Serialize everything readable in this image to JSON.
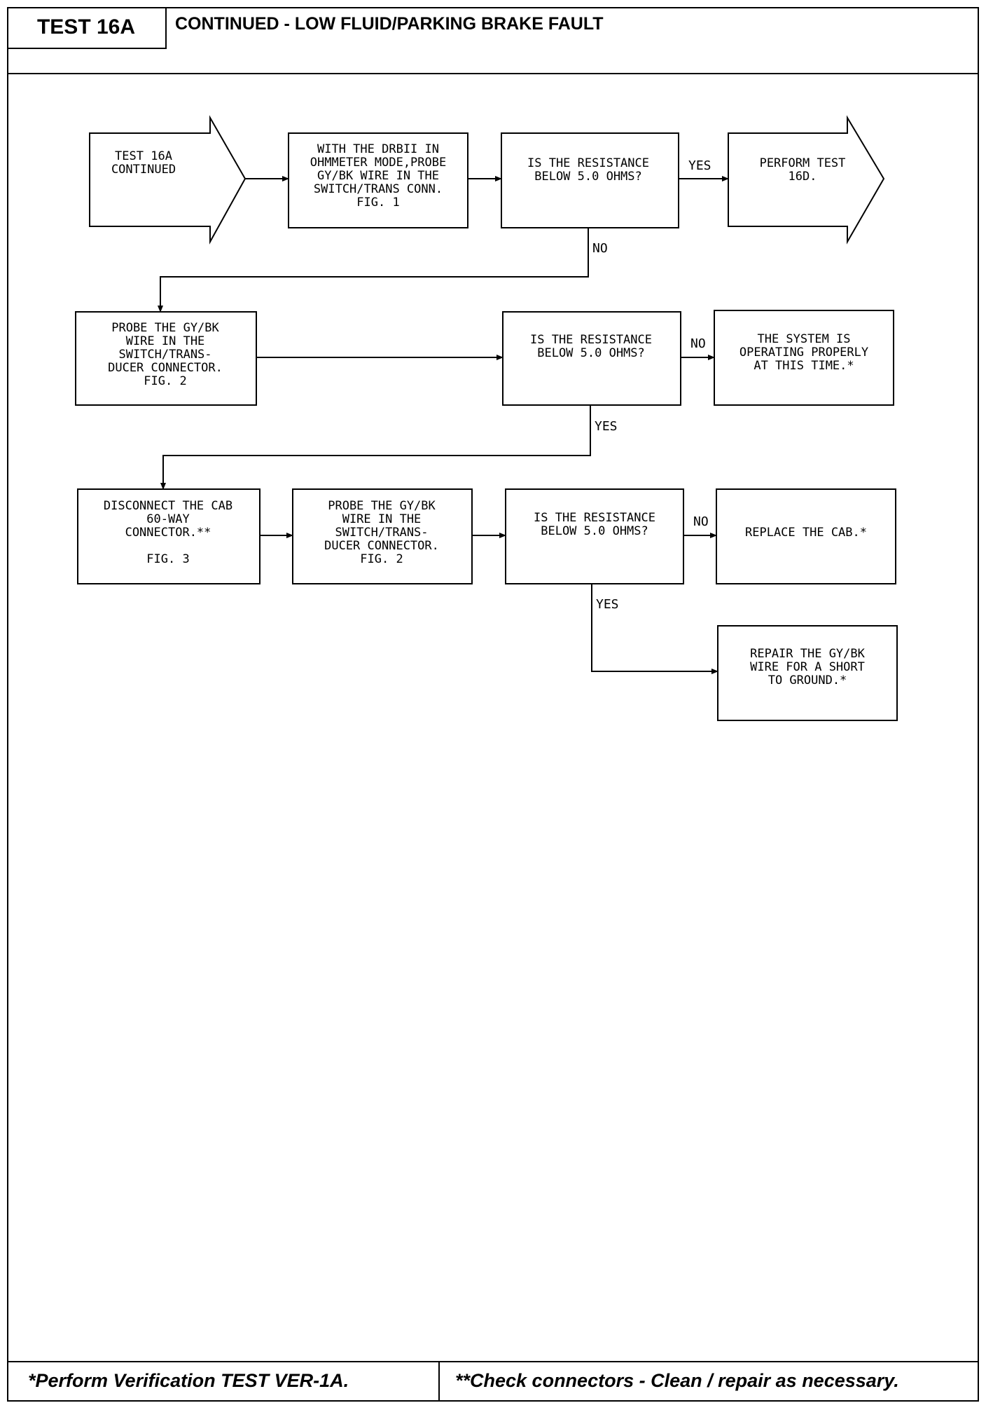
{
  "header": {
    "test_id": "TEST 16A",
    "title": "CONTINUED - LOW FLUID/PARKING BRAKE FAULT"
  },
  "nodes": {
    "start": [
      "TEST 16A",
      "CONTINUED"
    ],
    "step1": [
      "WITH THE DRBII IN",
      "OHMMETER MODE,PROBE",
      "GY/BK WIRE IN THE",
      "SWITCH/TRANS CONN.",
      "FIG. 1"
    ],
    "q1": [
      "IS THE RESISTANCE",
      "BELOW 5.0 OHMS?"
    ],
    "perform16d": [
      "PERFORM TEST",
      "16D."
    ],
    "step2": [
      "PROBE THE GY/BK",
      "WIRE IN THE",
      "SWITCH/TRANS-",
      "DUCER CONNECTOR.",
      "FIG. 2"
    ],
    "q2": [
      "IS THE RESISTANCE",
      "BELOW 5.0 OHMS?"
    ],
    "ok": [
      "THE SYSTEM IS",
      "OPERATING PROPERLY",
      "AT THIS TIME.*"
    ],
    "step3": [
      "DISCONNECT THE CAB",
      "60-WAY",
      "CONNECTOR.**",
      "",
      "FIG. 3"
    ],
    "step4": [
      "PROBE THE GY/BK",
      "WIRE IN THE",
      "SWITCH/TRANS-",
      "DUCER CONNECTOR.",
      "FIG. 2"
    ],
    "q3": [
      "IS THE RESISTANCE",
      "BELOW 5.0 OHMS?"
    ],
    "replace": [
      "REPLACE THE CAB.*"
    ],
    "repair": [
      "REPAIR THE GY/BK",
      "WIRE FOR A SHORT",
      "TO GROUND.*"
    ]
  },
  "edge_labels": {
    "q1_yes": "YES",
    "q1_no": "NO",
    "q2_no": "NO",
    "q2_yes": "YES",
    "q3_no": "NO",
    "q3_yes": "YES"
  },
  "footer": {
    "left": "*Perform Verification TEST VER-1A.",
    "right": "**Check connectors - Clean / repair as necessary."
  }
}
